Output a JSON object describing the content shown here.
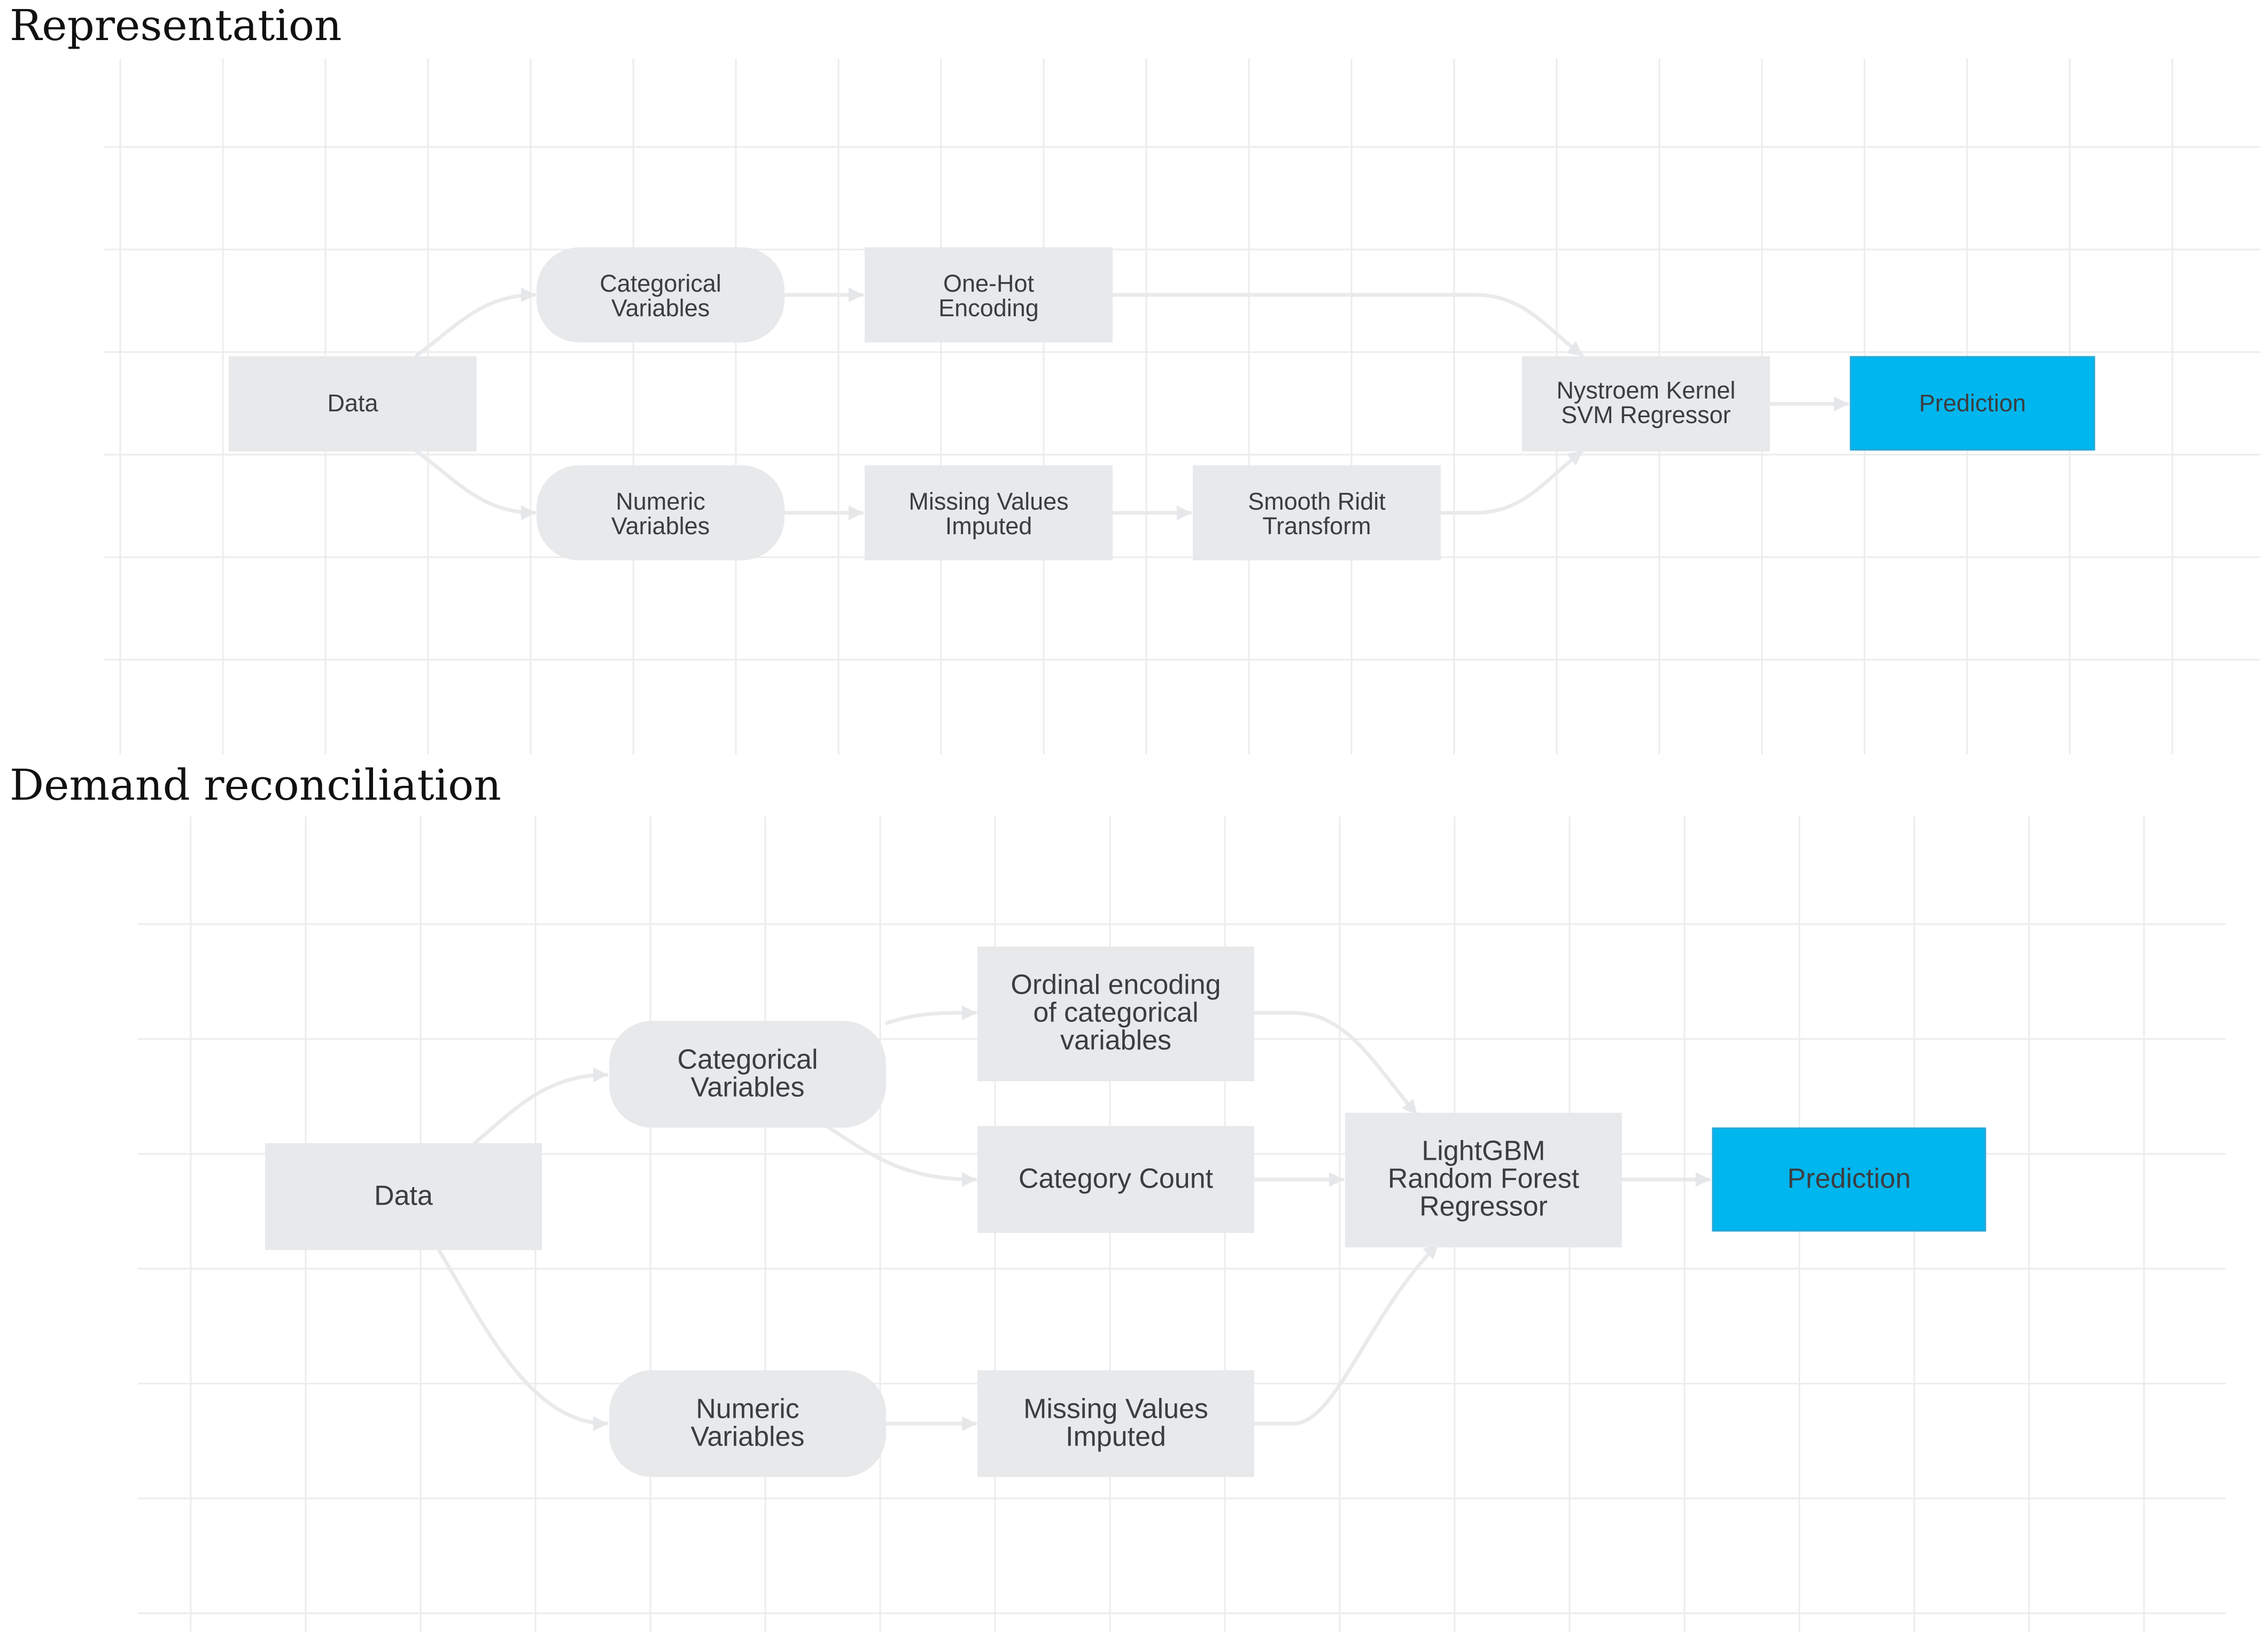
{
  "sections": [
    {
      "title": "Representation",
      "nodes": {
        "data": "Data",
        "categorical": [
          "Categorical",
          "Variables"
        ],
        "onehot": [
          "One-Hot",
          "Encoding"
        ],
        "numeric": [
          "Numeric",
          "Variables"
        ],
        "missing": [
          "Missing Values",
          "Imputed"
        ],
        "ridit": [
          "Smooth Ridit",
          "Transform"
        ],
        "nystroem": [
          "Nystroem Kernel",
          "SVM Regressor"
        ],
        "prediction": "Prediction"
      }
    },
    {
      "title": "Demand reconciliation",
      "nodes": {
        "data": "Data",
        "categorical": [
          "Categorical",
          "Variables"
        ],
        "ordinal": [
          "Ordinal encoding",
          "of categorical",
          "variables"
        ],
        "count": "Category Count",
        "numeric": [
          "Numeric",
          "Variables"
        ],
        "missing": [
          "Missing Values",
          "Imputed"
        ],
        "lightgbm": [
          "LightGBM",
          "Random Forest",
          "Regressor"
        ],
        "prediction": "Prediction"
      }
    }
  ],
  "colors": {
    "node_fill": "#e7e9eb",
    "accent_fill": "#00b6ee",
    "edge": "#e9eaec",
    "grid": "#ececec"
  }
}
